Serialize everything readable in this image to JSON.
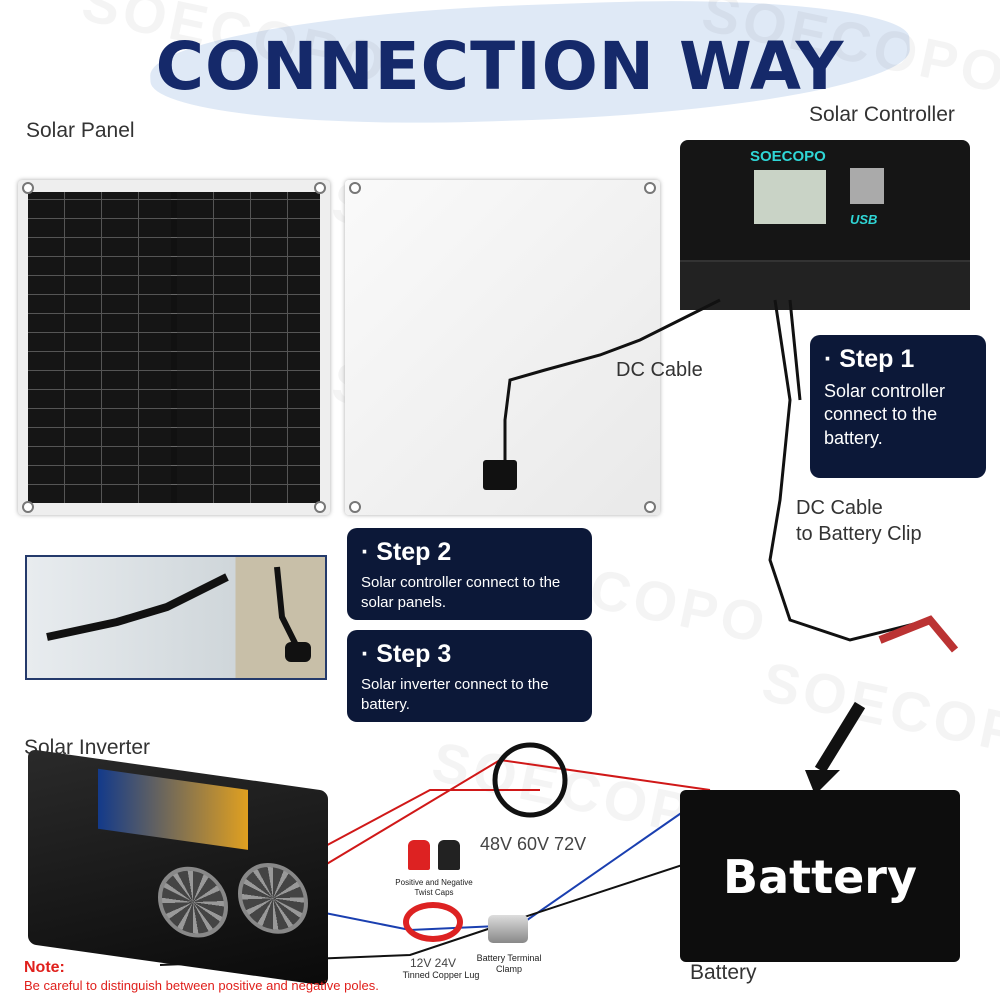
{
  "title": "CONNECTION WAY",
  "watermark": "SOECOPO",
  "labels": {
    "solar_panel": "Solar Panel",
    "solar_controller": "Solar Controller",
    "dc_cable": "DC Cable",
    "dc_cable_battery": "DC Cable",
    "dc_cable_battery_2": "to Battery Clip",
    "solar_inverter": "Solar Inverter",
    "battery": "Battery",
    "voltage": "48V 60V 72V",
    "twist_caps": "Positive and Negative Twist Caps",
    "lug_voltage": "12V 24V",
    "lug": "Tinned Copper Lug",
    "clamp": "Battery Terminal Clamp"
  },
  "controller": {
    "brand": "SOECOPO",
    "usb": "USB"
  },
  "battery_text": "Battery",
  "steps": [
    {
      "title": "· Step 1",
      "text": "Solar controller connect to the battery."
    },
    {
      "title": "· Step 2",
      "text": "Solar controller connect to the solar panels."
    },
    {
      "title": "· Step 3",
      "text": "Solar inverter connect to the battery."
    }
  ],
  "note": {
    "title": "Note:",
    "text": "Be careful to distinguish between positive and negative poles."
  },
  "colors": {
    "title": "#15296a",
    "step_bg": "#0c1838",
    "note": "#e0201c"
  }
}
